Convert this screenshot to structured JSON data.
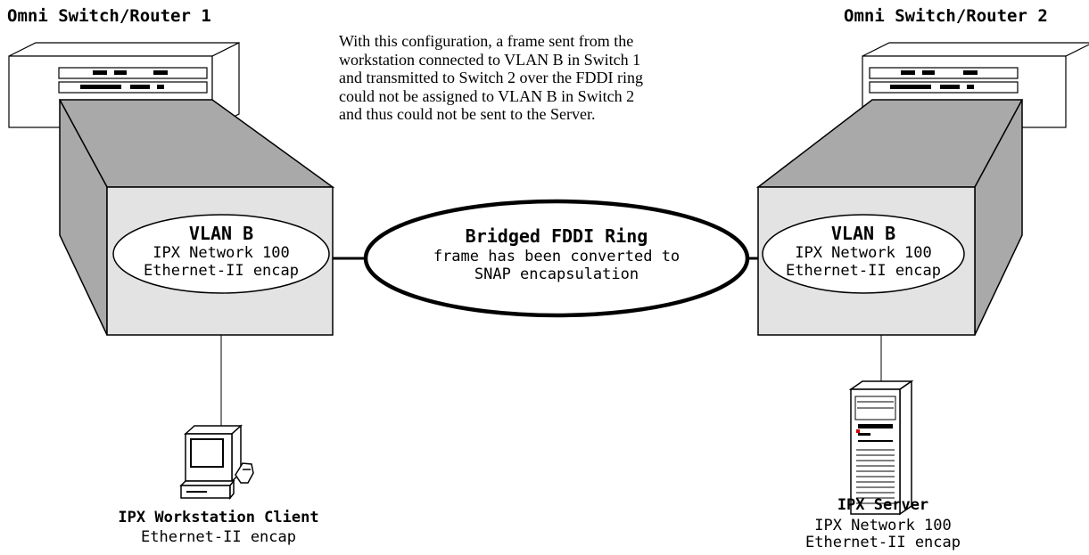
{
  "switch1": {
    "title": "Omni Switch/Router 1"
  },
  "switch2": {
    "title": "Omni Switch/Router 2"
  },
  "note_lines": [
    "With this configuration, a frame sent from the",
    "workstation connected to VLAN B in Switch 1",
    "and transmitted to Switch 2 over the FDDI ring",
    "could not be assigned to VLAN B in Switch 2",
    "and thus could not be sent to the Server."
  ],
  "vlan_left": {
    "name": "VLAN B",
    "network": "IPX Network 100",
    "encap": "Ethernet-II encap"
  },
  "vlan_right": {
    "name": "VLAN B",
    "network": "IPX Network 100",
    "encap": "Ethernet-II encap"
  },
  "ring": {
    "title": "Bridged FDDI Ring",
    "line1": "frame has been converted to",
    "line2": "SNAP encapsulation"
  },
  "workstation": {
    "title": "IPX Workstation Client",
    "encap": "Ethernet-II encap"
  },
  "server": {
    "title": "IPX Server",
    "network": "IPX Network 100",
    "encap": "Ethernet-II encap"
  },
  "colors": {
    "box_face": "#e3e3e3",
    "box_side": "#a9a9a9",
    "line": "#000000"
  }
}
